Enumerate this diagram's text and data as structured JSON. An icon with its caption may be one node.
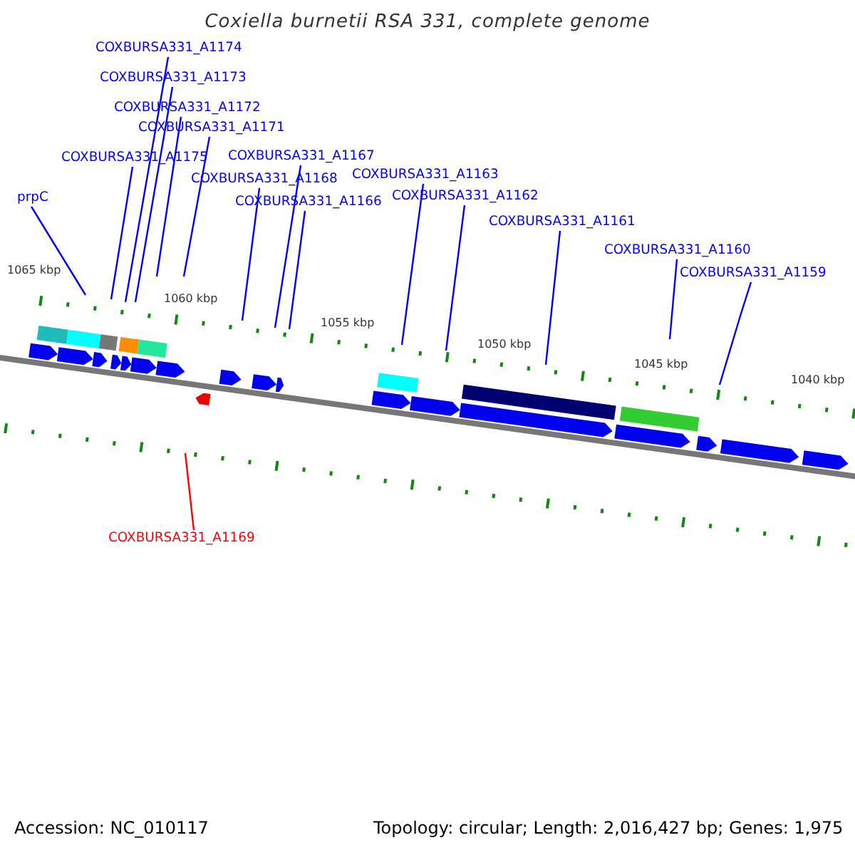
{
  "diagram": {
    "title": "Coxiella burnetii RSA 331, complete genome",
    "nodes": [
      {
        "text": [
          "COXBURSA331_A1174"
        ]
      },
      {
        "text": [
          "COXBURSA331_A1173"
        ]
      },
      {
        "text": [
          "COXBURSA331_A1172"
        ]
      },
      {
        "text": [
          "COXBURSA331_A1171"
        ]
      },
      {
        "text": [
          "COXBURSA331_A1175"
        ]
      },
      {
        "text": [
          "COXBURSA331_A1167"
        ]
      },
      {
        "text": [
          "COXBURSA331_A1168"
        ]
      },
      {
        "text": [
          "COXBURSA331_A1163"
        ]
      },
      {
        "text": [
          "prpC"
        ]
      },
      {
        "text": [
          "COXBURSA331_A1166"
        ]
      },
      {
        "text": [
          "COXBURSA331_A1162"
        ]
      },
      {
        "text": [
          "COXBURSA331_A1161"
        ]
      },
      {
        "text": [
          "COXBURSA331_A1160"
        ]
      },
      {
        "text": [
          "COXBURSA331_A1159"
        ]
      },
      {
        "text": [
          "COXBURSA331_A1169"
        ]
      }
    ],
    "edges": [
      {
        "from": 0,
        "to": null,
        "arrow": "none"
      },
      {
        "from": 1,
        "to": null,
        "arrow": "none"
      },
      {
        "from": 2,
        "to": null,
        "arrow": "none"
      },
      {
        "from": 3,
        "to": null,
        "arrow": "none"
      },
      {
        "from": 4,
        "to": null,
        "arrow": "none"
      },
      {
        "from": 5,
        "to": null,
        "arrow": "none"
      },
      {
        "from": 6,
        "to": null,
        "arrow": "none"
      },
      {
        "from": 7,
        "to": null,
        "arrow": "none"
      },
      {
        "from": 8,
        "to": null,
        "arrow": "none"
      },
      {
        "from": 9,
        "to": null,
        "arrow": "none"
      },
      {
        "from": 10,
        "to": null,
        "arrow": "none"
      },
      {
        "from": 11,
        "to": null,
        "arrow": "none"
      },
      {
        "from": 12,
        "to": null,
        "arrow": "none"
      },
      {
        "from": 13,
        "to": null,
        "arrow": "none"
      },
      {
        "from": 14,
        "to": null,
        "arrow": "none",
        "color": "#ff0000"
      }
    ],
    "labels": [
      "1065 kbp",
      "1060 kbp",
      "1055 kbp",
      "1050 kbp",
      "1045 kbp",
      "1040 kbp",
      "Accession: NC_010117",
      "Topology: circular; Length: 2,016,427 bp; Genes: 1,975"
    ]
  }
}
